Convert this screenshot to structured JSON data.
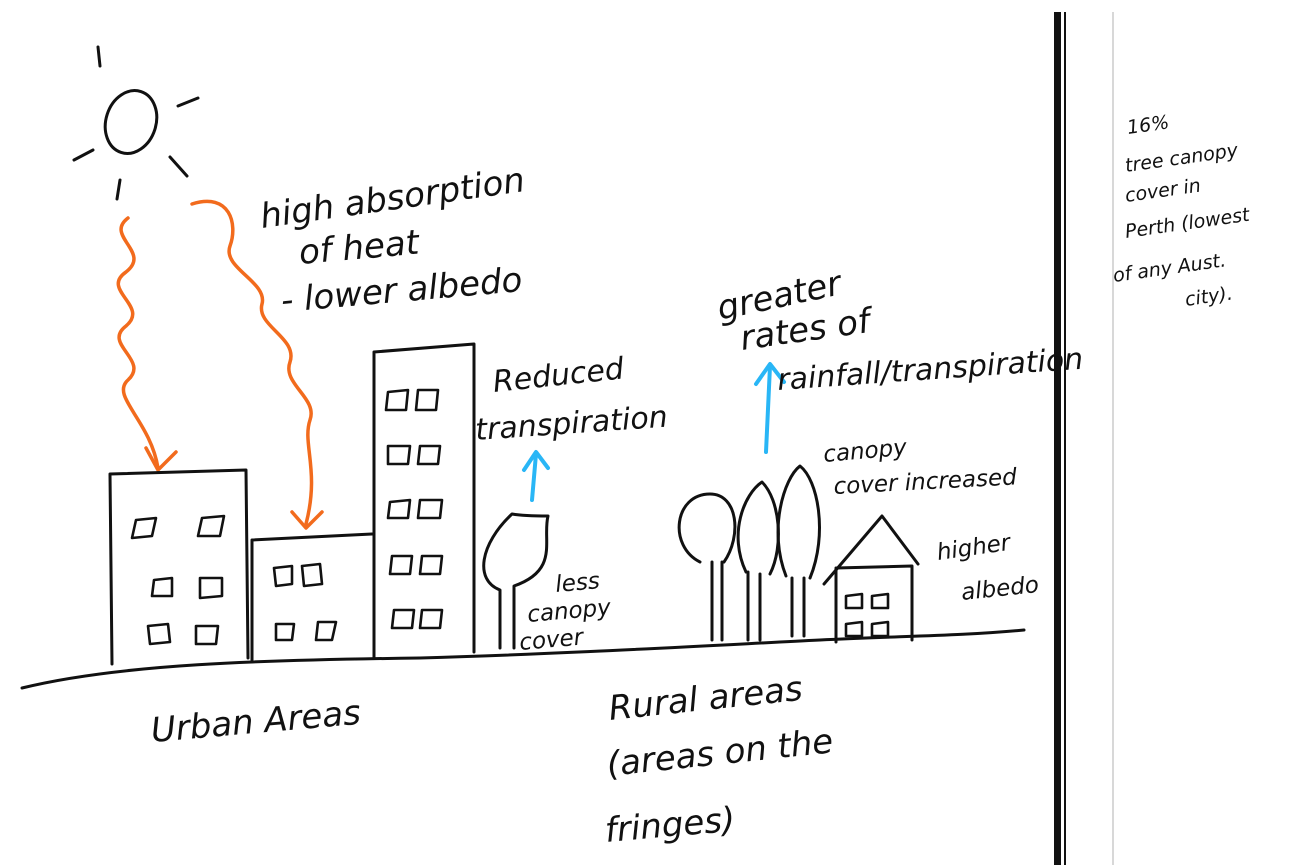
{
  "colors": {
    "ink": "#111111",
    "heat_arrow": "#f26b1d",
    "transpiration_arrow": "#29b6f6",
    "background": "#ffffff",
    "divider": "#111111"
  },
  "labels": {
    "heat_absorption": [
      "high absorption",
      "of heat",
      "- lower albedo"
    ],
    "reduced_transpiration": [
      "Reduced",
      "transpiration"
    ],
    "less_canopy": [
      "less",
      "canopy",
      "cover"
    ],
    "greater_rates": [
      "greater",
      "rates of",
      "rainfall/transpiration"
    ],
    "canopy_increased": [
      "canopy",
      "cover increased"
    ],
    "higher_albedo": [
      "higher",
      "albedo"
    ],
    "urban_areas": "Urban Areas",
    "rural_areas": [
      "Rural areas",
      "(areas on the",
      "fringes)"
    ]
  },
  "side_note": [
    "16%",
    "tree canopy",
    "cover in",
    "Perth (lowest",
    "of any Aust.",
    "city)."
  ],
  "icons": [
    "sun-icon",
    "heat-arrow-icon",
    "transpiration-arrow-icon",
    "building-icon",
    "tree-icon",
    "house-icon"
  ]
}
